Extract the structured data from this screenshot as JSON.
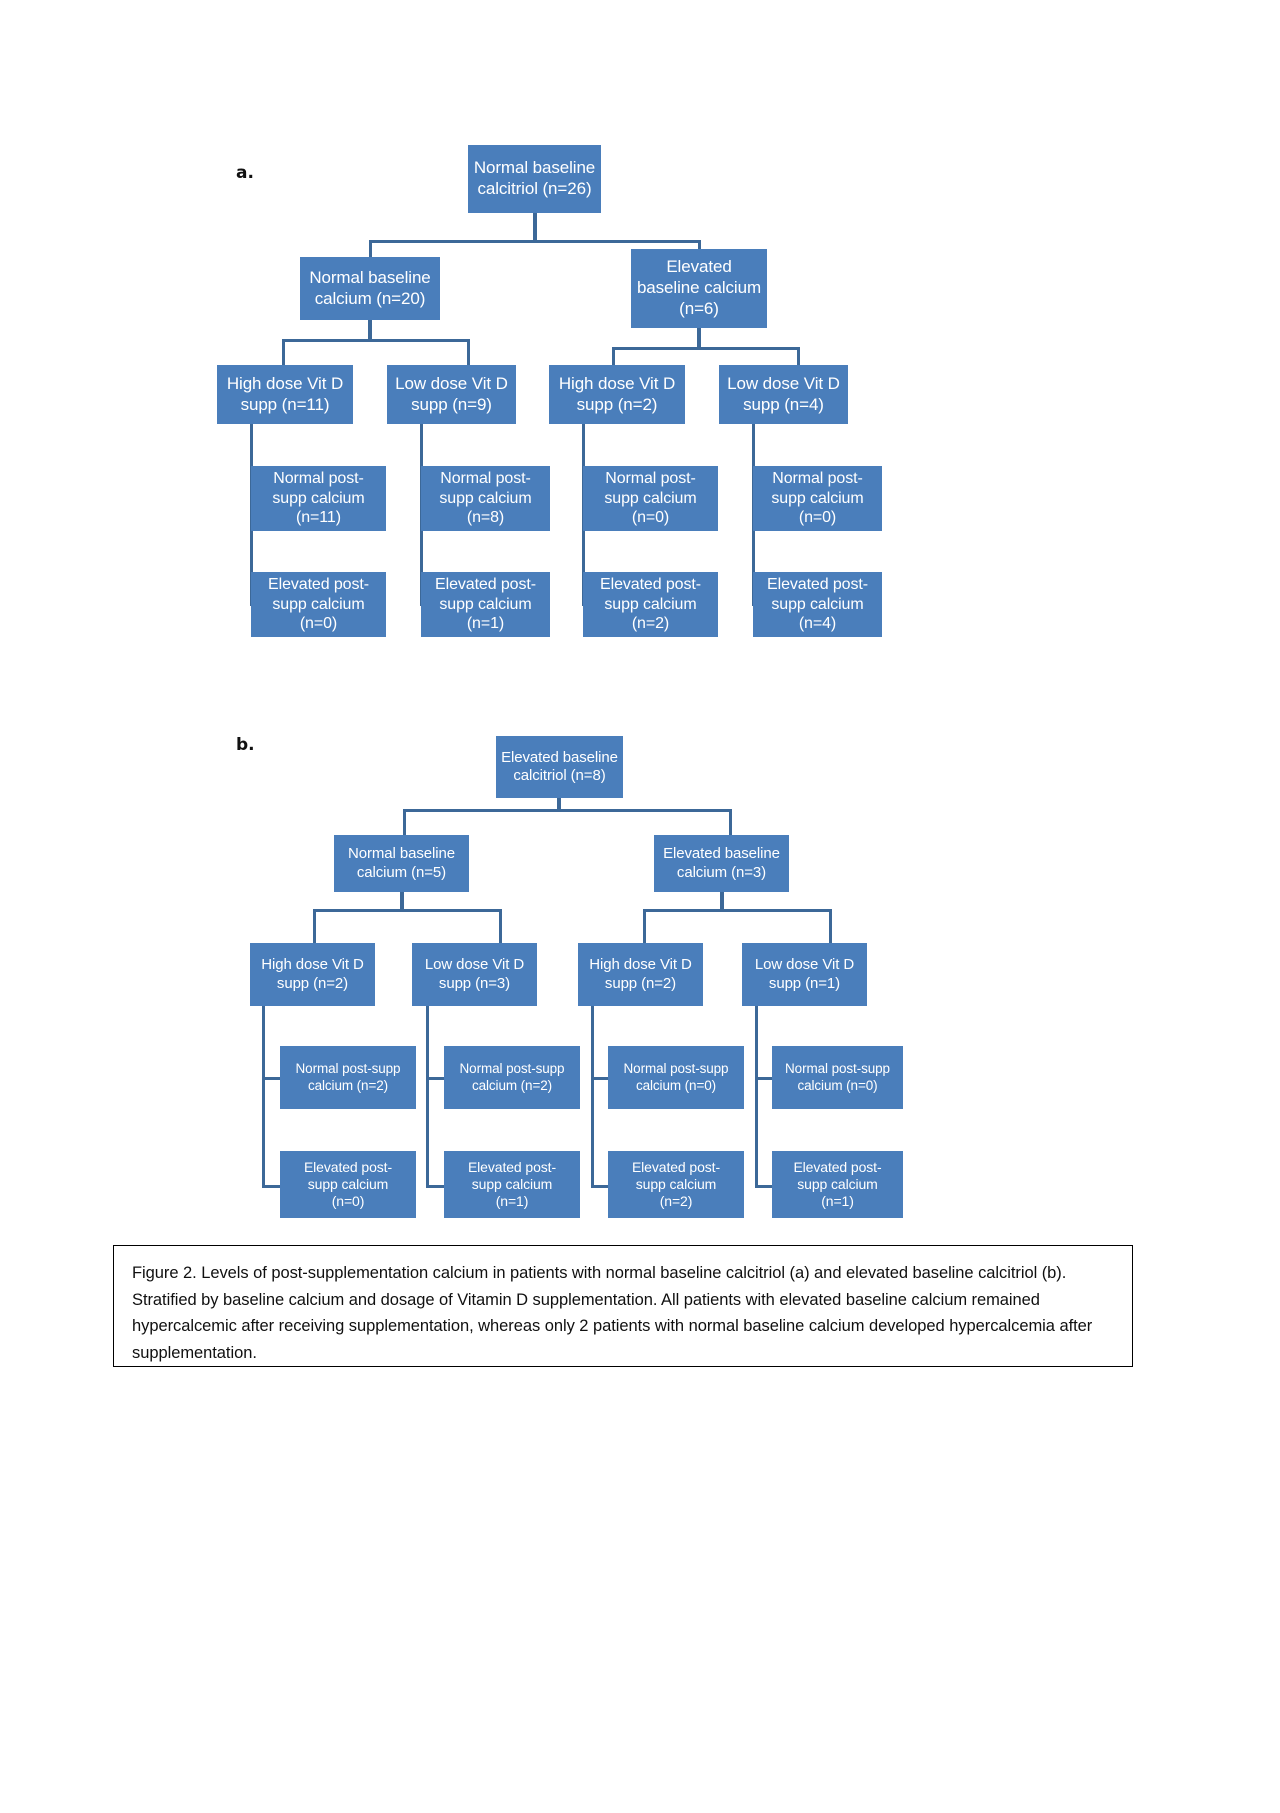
{
  "figure": {
    "panels": [
      {
        "letter": "a.",
        "root": {
          "label": "Normal baseline\ncalcitriol (n=26)",
          "n": 26
        },
        "branches": [
          {
            "baseline": {
              "label": "Normal baseline\ncalcium (n=20)",
              "n": 20
            },
            "doses": [
              {
                "label": "High dose Vit D\nsupp (n=11)",
                "n": 11,
                "outcomes": [
                  {
                    "label": "Normal post-\nsupp calcium\n(n=11)",
                    "n": 11
                  },
                  {
                    "label": "Elevated post-\nsupp calcium\n(n=0)",
                    "n": 0
                  }
                ]
              },
              {
                "label": "Low dose Vit D\nsupp (n=9)",
                "n": 9,
                "outcomes": [
                  {
                    "label": "Normal post-\nsupp calcium\n(n=8)",
                    "n": 8
                  },
                  {
                    "label": "Elevated post-\nsupp calcium\n(n=1)",
                    "n": 1
                  }
                ]
              }
            ]
          },
          {
            "baseline": {
              "label": "Elevated\nbaseline calcium\n(n=6)",
              "n": 6
            },
            "doses": [
              {
                "label": "High dose Vit D\nsupp (n=2)",
                "n": 2,
                "outcomes": [
                  {
                    "label": "Normal post-\nsupp calcium\n(n=0)",
                    "n": 0
                  },
                  {
                    "label": "Elevated post-\nsupp calcium\n(n=2)",
                    "n": 2
                  }
                ]
              },
              {
                "label": "Low dose Vit D\nsupp (n=4)",
                "n": 4,
                "outcomes": [
                  {
                    "label": "Normal post-\nsupp calcium\n(n=0)",
                    "n": 0
                  },
                  {
                    "label": "Elevated post-\nsupp calcium\n(n=4)",
                    "n": 4
                  }
                ]
              }
            ]
          }
        ]
      },
      {
        "letter": "b.",
        "root": {
          "label": "Elevated baseline\ncalcitriol (n=8)",
          "n": 8
        },
        "branches": [
          {
            "baseline": {
              "label": "Normal baseline\ncalcium (n=5)",
              "n": 5
            },
            "doses": [
              {
                "label": "High dose Vit D\nsupp (n=2)",
                "n": 2,
                "outcomes": [
                  {
                    "label": "Normal post-supp\ncalcium (n=2)",
                    "n": 2
                  },
                  {
                    "label": "Elevated post-\nsupp calcium\n(n=0)",
                    "n": 0
                  }
                ]
              },
              {
                "label": "Low dose Vit D\nsupp (n=3)",
                "n": 3,
                "outcomes": [
                  {
                    "label": "Normal post-supp\ncalcium (n=2)",
                    "n": 2
                  },
                  {
                    "label": "Elevated post-\nsupp calcium\n(n=1)",
                    "n": 1
                  }
                ]
              }
            ]
          },
          {
            "baseline": {
              "label": "Elevated baseline\ncalcium (n=3)",
              "n": 3
            },
            "doses": [
              {
                "label": "High dose Vit D\nsupp (n=2)",
                "n": 2,
                "outcomes": [
                  {
                    "label": "Normal post-supp\ncalcium (n=0)",
                    "n": 0
                  },
                  {
                    "label": "Elevated post-\nsupp calcium\n(n=2)",
                    "n": 2
                  }
                ]
              },
              {
                "label": "Low dose Vit D\nsupp (n=1)",
                "n": 1,
                "outcomes": [
                  {
                    "label": "Normal post-supp\ncalcium (n=0)",
                    "n": 0
                  },
                  {
                    "label": "Elevated post-\nsupp calcium\n(n=1)",
                    "n": 1
                  }
                ]
              }
            ]
          }
        ]
      }
    ],
    "caption": "Figure 2. Levels of post-supplementation calcium in patients with normal baseline calcitriol (a) and elevated baseline calcitriol (b). Stratified by baseline calcium and dosage of Vitamin D supplementation. All patients with elevated baseline calcium remained hypercalcemic after receiving supplementation, whereas only 2 patients with normal baseline calcium developed hypercalcemia after supplementation.",
    "colors": {
      "node_fill": "#4a7ebb",
      "node_text": "#ffffff",
      "connector": "#3c6898",
      "caption_border": "#000000",
      "page_background": "#ffffff"
    }
  }
}
